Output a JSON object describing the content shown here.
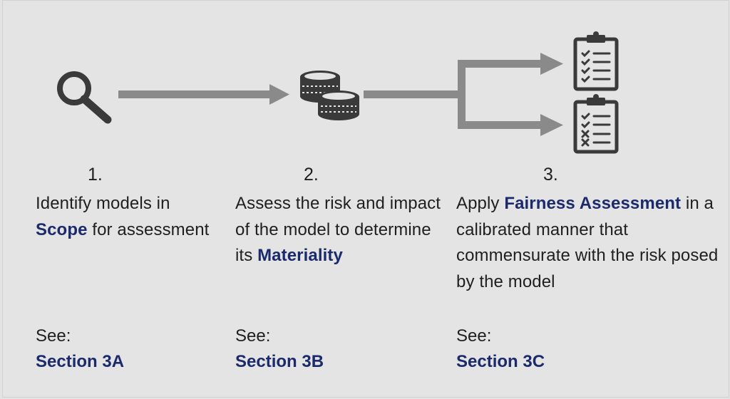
{
  "steps": [
    {
      "number": "1.",
      "text_before": "Identify models in ",
      "highlight": "Scope",
      "text_after": " for assessment",
      "see_label": "See:",
      "section": "Section 3A",
      "icon": "magnifier-icon"
    },
    {
      "number": "2.",
      "text_before": "Assess the risk and impact of the model to determine its ",
      "highlight": "Materiality",
      "text_after": "",
      "see_label": "See:",
      "section": "Section 3B",
      "icon": "coins-icon"
    },
    {
      "number": "3.",
      "text_before": "Apply ",
      "highlight": "Fairness Assessment",
      "text_after": " in a calibrated manner that commensurate with the risk posed by the model",
      "see_label": "See:",
      "section": "Section 3C",
      "icon": "clipboard-checklist-icon"
    }
  ],
  "colors": {
    "background": "#e3e3e3",
    "arrow": "#8a8a8a",
    "icon": "#3a3a3a",
    "highlight": "#1b2a6b"
  }
}
